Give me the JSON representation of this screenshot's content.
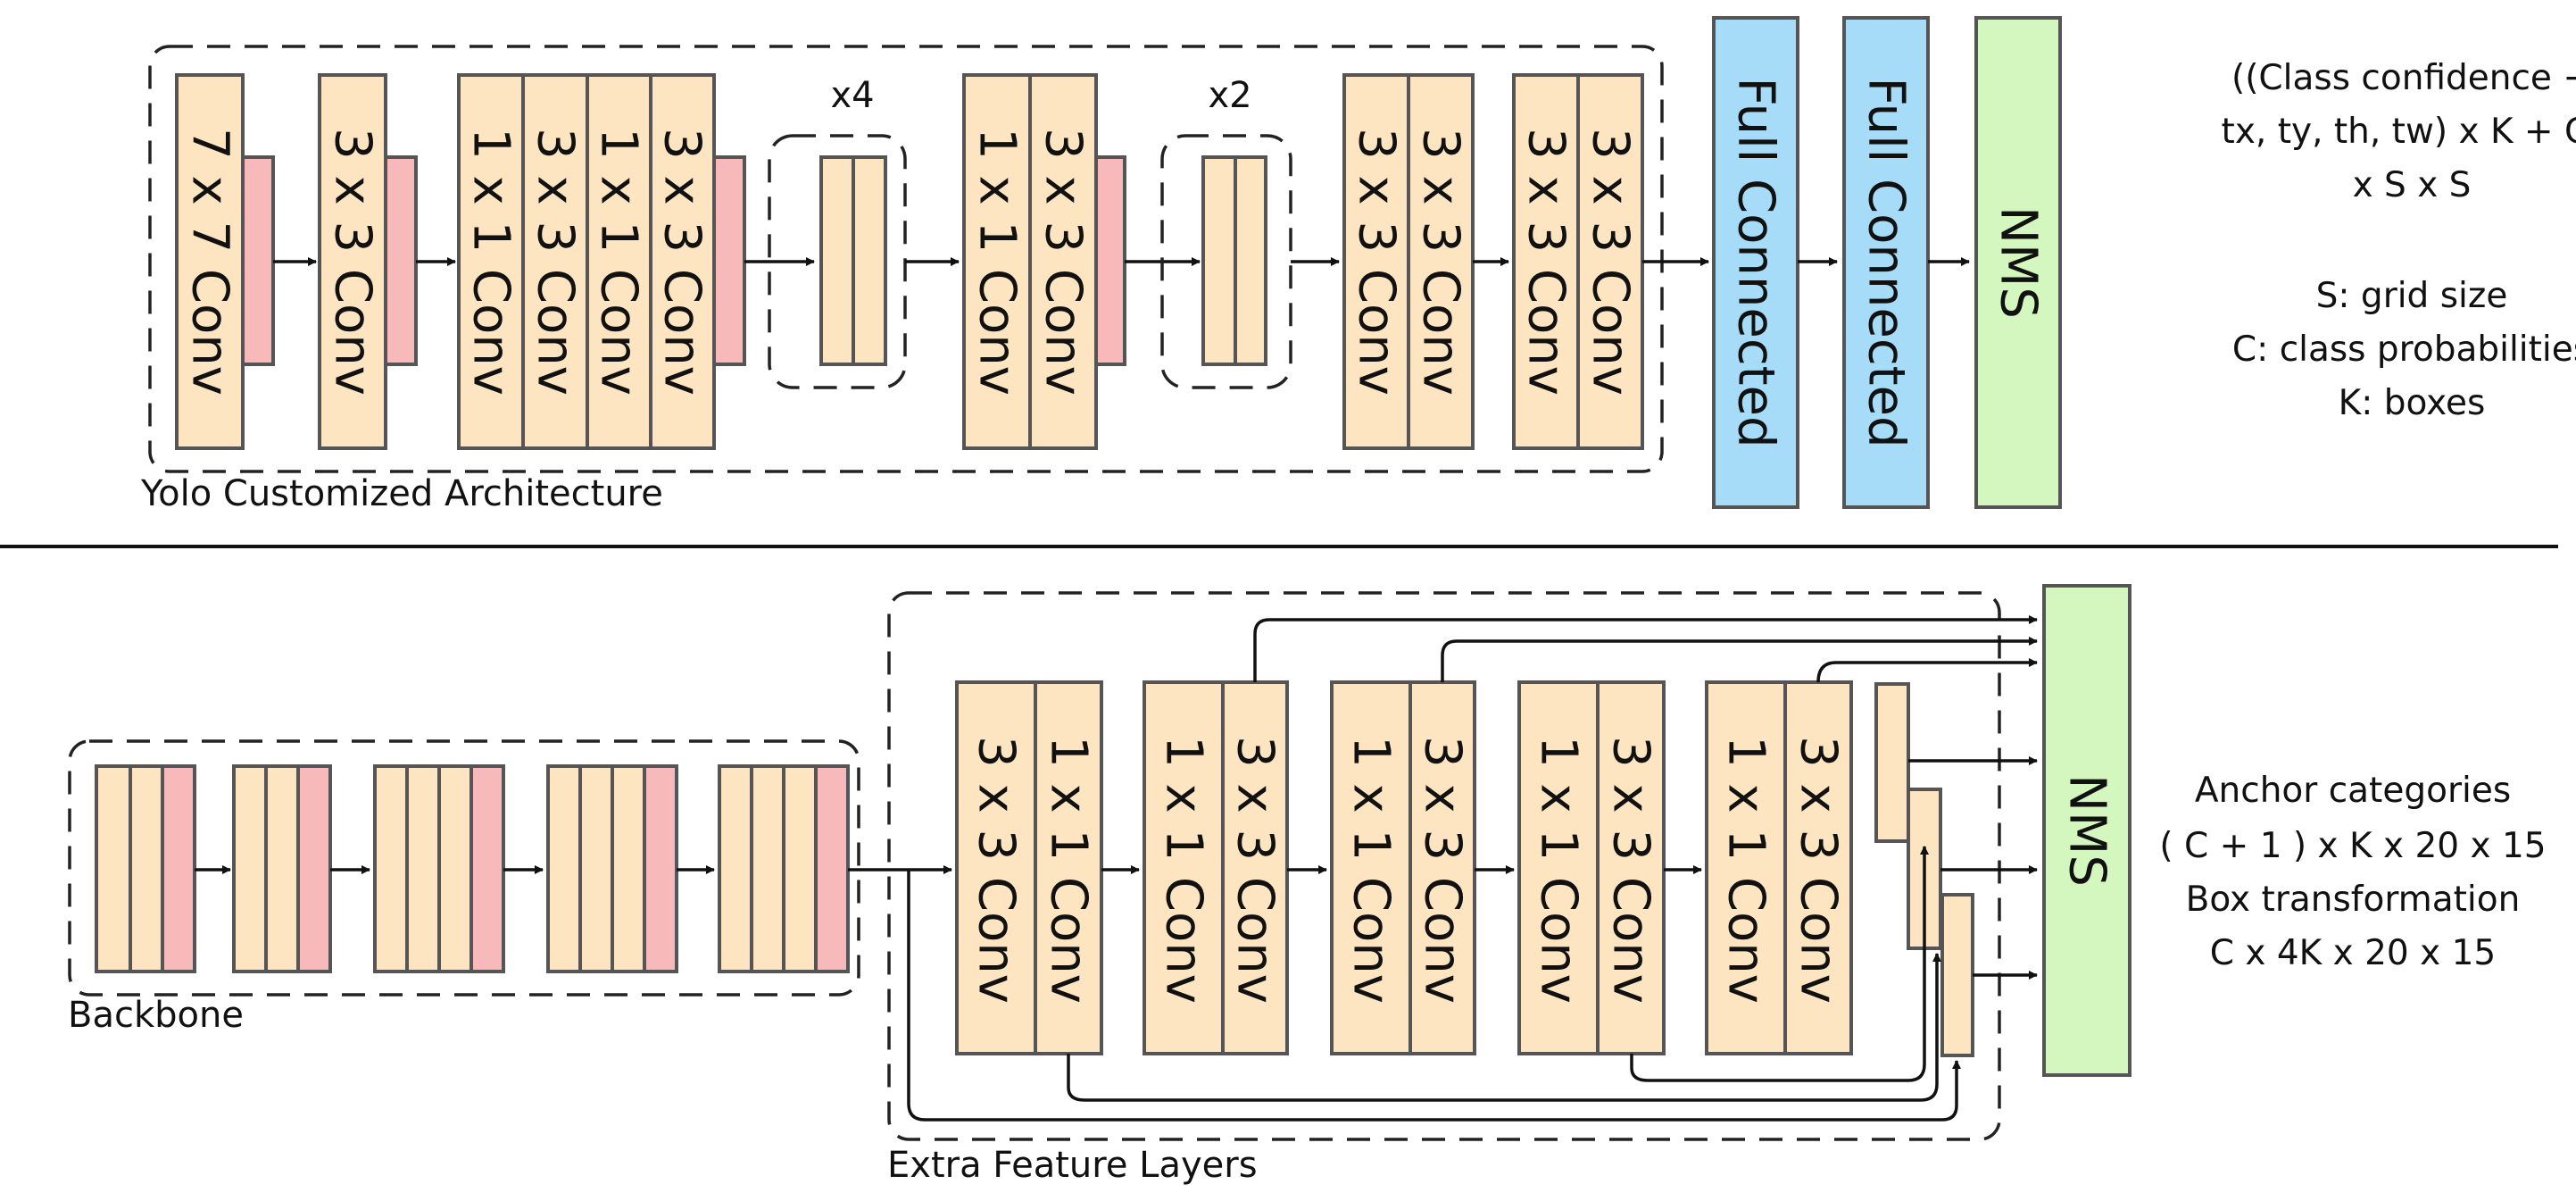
{
  "colors": {
    "conv_fill": "#fde5c2",
    "pool_fill": "#f7b9ba",
    "fc_fill": "#a6dcf8",
    "nms_fill": "#d4f6bf",
    "stroke": "#555555"
  },
  "top": {
    "caption": "Yolo Customized Architecture",
    "convs": [
      "7 x 7 Conv",
      "3 x 3 Conv",
      "1 x 1 Conv",
      "3 x 3 Conv",
      "1 x 1 Conv",
      "3 x 3 Conv",
      "1 x 1 Conv",
      "3 x 3 Conv",
      "3 x 3 Conv",
      "3 x 3 Conv",
      "3 x 3 Conv",
      "3 x 3 Conv"
    ],
    "repeat_labels": [
      "x4",
      "x2"
    ],
    "fc_labels": [
      "Full Connected",
      "Full Connected"
    ],
    "nms_label": "NMS",
    "output_lines": [
      "((Class confidence +",
      "tx, ty, th, tw) x K + C)",
      "x S x S"
    ],
    "legend_lines": [
      "S: grid size",
      "C: class probabilities",
      "K: boxes"
    ]
  },
  "bottom": {
    "backbone_caption": "Backbone",
    "extra_caption": "Extra Feature Layers",
    "convs": [
      "3 x 3 Conv",
      "1 x 1 Conv",
      "1 x 1 Conv",
      "3 x 3 Conv",
      "1 x 1 Conv",
      "3 x 3 Conv",
      "1 x 1 Conv",
      "3 x 3 Conv",
      "1 x 1 Conv",
      "3 x 3 Conv"
    ],
    "nms_label": "NMS",
    "output_lines": [
      "Anchor categories",
      "( C + 1 ) x K x 20 x 15",
      "Box transformation",
      "C x 4K x 20 x 15"
    ]
  }
}
